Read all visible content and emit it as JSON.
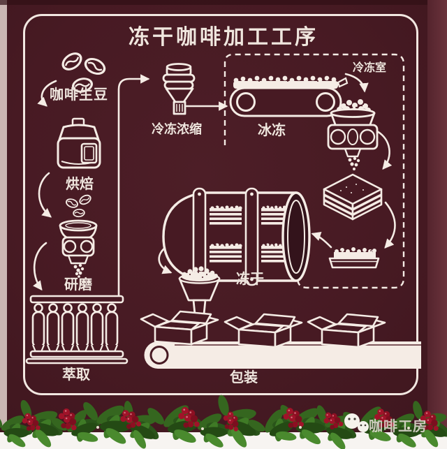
{
  "title": "冻干咖啡加工工序",
  "flow": {
    "green_beans": "咖啡生豆",
    "roasting": "烘焙",
    "grinding": "研磨",
    "extraction": "萃取",
    "freeze_concentration": "冷冻浓缩",
    "freezing": "冰冻",
    "freezer_room": "冷冻室",
    "freeze_drying": "冻干",
    "packaging": "包装"
  },
  "watermark": {
    "brand": "咖啡工房",
    "icon": "wechat-icon"
  },
  "icons": [
    "coffee-beans-icon",
    "roaster-icon",
    "grinder-icon",
    "extraction-columns-icon",
    "freeze-concentrator-icon",
    "freezing-conveyor-icon",
    "crusher-icon",
    "frozen-slab-icon",
    "granule-tray-icon",
    "freeze-dryer-drum-icon",
    "filling-funnel-icon",
    "packaging-conveyor-icon",
    "packing-box-icon",
    "garland-decoration",
    "wechat-icon"
  ],
  "colors": {
    "background": "#471a23",
    "line_art": "#f5ece5",
    "berry_red": "#a01329",
    "leaf_green": "#35661f",
    "paper_white": "#f7f3ef"
  }
}
